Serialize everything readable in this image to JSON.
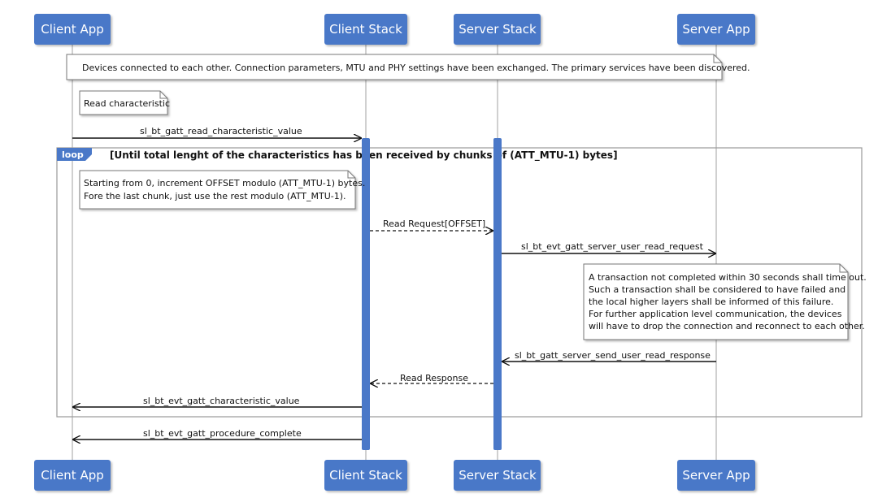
{
  "colors": {
    "actor_fill": "#4a78c8",
    "actor_text": "#ffffff",
    "activation": "#4a78c8",
    "lifeline": "#b0b0b0",
    "arrow": "#111111",
    "note_border": "#777777",
    "loop_border": "#9a9a9a"
  },
  "actors": {
    "client_app": "Client App",
    "client_stack": "Client Stack",
    "server_stack": "Server Stack",
    "server_app": "Server App"
  },
  "notes": {
    "connected": "Devices connected to each other. Connection parameters, MTU and PHY settings have been exchanged. The primary services have been discovered.",
    "read_characteristic": "Read characteristic",
    "offset": [
      "Starting from 0, increment OFFSET modulo (ATT_MTU-1) bytes.",
      "Fore the last chunk, just use the rest modulo (ATT_MTU-1)."
    ],
    "timeout": [
      "A transaction not completed within 30 seconds shall time out.",
      "Such a transaction shall be considered to have failed and",
      "the local higher layers shall be informed of this failure.",
      "For further application level communication, the devices",
      "will have to drop the connection and reconnect to each other."
    ]
  },
  "loop": {
    "tag": "loop",
    "condition": "[Until total lenght of the characteristics has been received by chunks of (ATT_MTU-1) bytes]"
  },
  "messages": {
    "read_value": "sl_bt_gatt_read_characteristic_value",
    "read_request": "Read Request[OFFSET]",
    "server_user_read_request": "sl_bt_evt_gatt_server_user_read_request",
    "send_user_read_response": "sl_bt_gatt_server_send_user_read_response",
    "read_response": "Read Response",
    "characteristic_value": "sl_bt_evt_gatt_characteristic_value",
    "procedure_complete": "sl_bt_evt_gatt_procedure_complete"
  }
}
